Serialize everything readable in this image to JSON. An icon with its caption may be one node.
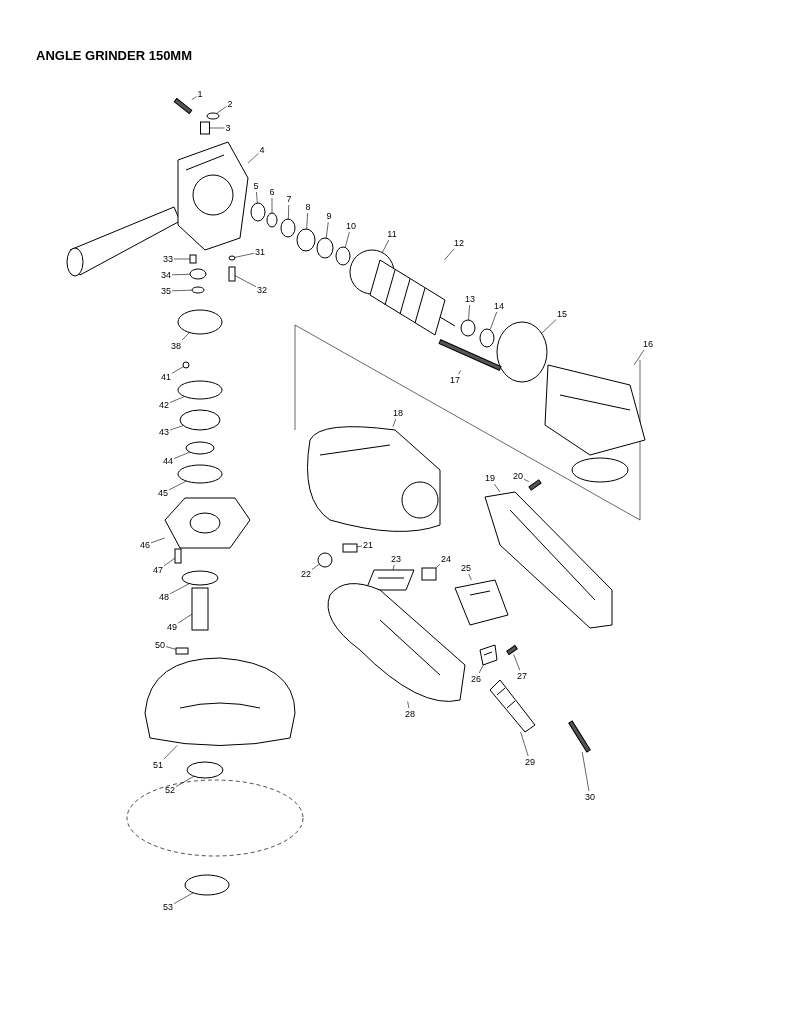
{
  "diagram": {
    "title": "ANGLE GRINDER 150MM",
    "nodes": [
      {
        "text": [
          "1"
        ]
      },
      {
        "text": [
          "2"
        ]
      },
      {
        "text": [
          "3"
        ]
      },
      {
        "text": [
          "4"
        ]
      },
      {
        "text": [
          "5"
        ]
      },
      {
        "text": [
          "6"
        ]
      },
      {
        "text": [
          "7"
        ]
      },
      {
        "text": [
          "8"
        ]
      },
      {
        "text": [
          "9"
        ]
      },
      {
        "text": [
          "10"
        ]
      },
      {
        "text": [
          "11"
        ]
      },
      {
        "text": [
          "12"
        ]
      },
      {
        "text": [
          "13"
        ]
      },
      {
        "text": [
          "14"
        ]
      },
      {
        "text": [
          "15"
        ]
      },
      {
        "text": [
          "16"
        ]
      },
      {
        "text": [
          "17"
        ]
      },
      {
        "text": [
          "18"
        ]
      },
      {
        "text": [
          "19"
        ]
      },
      {
        "text": [
          "20"
        ]
      },
      {
        "text": [
          "21"
        ]
      },
      {
        "text": [
          "22"
        ]
      },
      {
        "text": [
          "23"
        ]
      },
      {
        "text": [
          "24"
        ]
      },
      {
        "text": [
          "25"
        ]
      },
      {
        "text": [
          "26"
        ]
      },
      {
        "text": [
          "27"
        ]
      },
      {
        "text": [
          "28"
        ]
      },
      {
        "text": [
          "29"
        ]
      },
      {
        "text": [
          "30"
        ]
      },
      {
        "text": [
          "31"
        ]
      },
      {
        "text": [
          "32"
        ]
      },
      {
        "text": [
          "33"
        ]
      },
      {
        "text": [
          "34"
        ]
      },
      {
        "text": [
          "35"
        ]
      },
      {
        "text": [
          "38"
        ]
      },
      {
        "text": [
          "41"
        ]
      },
      {
        "text": [
          "42"
        ]
      },
      {
        "text": [
          "43"
        ]
      },
      {
        "text": [
          "44"
        ]
      },
      {
        "text": [
          "45"
        ]
      },
      {
        "text": [
          "46"
        ]
      },
      {
        "text": [
          "47"
        ]
      },
      {
        "text": [
          "48"
        ]
      },
      {
        "text": [
          "49"
        ]
      },
      {
        "text": [
          "50"
        ]
      },
      {
        "text": [
          "51"
        ]
      },
      {
        "text": [
          "52"
        ]
      },
      {
        "text": [
          "53"
        ]
      },
      {
        "text": [],
        "shape": "bar"
      },
      {
        "text": [],
        "shape": "circle"
      },
      {
        "text": [],
        "shape": "box"
      },
      {
        "text": [],
        "shape": "picture"
      },
      {
        "text": [],
        "shape": "circle"
      },
      {
        "text": [],
        "shape": "circle"
      },
      {
        "text": [],
        "shape": "circle"
      },
      {
        "text": [],
        "shape": "circle"
      },
      {
        "text": [],
        "shape": "circle"
      },
      {
        "text": [],
        "shape": "circle"
      },
      {
        "text": [],
        "shape": "circle"
      },
      {
        "text": [],
        "shape": "picture"
      },
      {
        "text": [],
        "shape": "circle"
      },
      {
        "text": [],
        "shape": "circle"
      },
      {
        "text": [],
        "shape": "circle"
      },
      {
        "text": [],
        "shape": "picture"
      },
      {
        "text": [],
        "shape": "bar"
      },
      {
        "text": [],
        "shape": "picture"
      },
      {
        "text": [],
        "shape": "picture"
      },
      {
        "text": [],
        "shape": "bar"
      },
      {
        "text": [],
        "shape": "box"
      },
      {
        "text": [],
        "shape": "circle"
      },
      {
        "text": [],
        "shape": "picture"
      },
      {
        "text": [],
        "shape": "box"
      },
      {
        "text": [],
        "shape": "picture"
      },
      {
        "text": [],
        "shape": "picture"
      },
      {
        "text": [],
        "shape": "bar"
      },
      {
        "text": [],
        "shape": "picture"
      },
      {
        "text": [],
        "shape": "picture"
      },
      {
        "text": [],
        "shape": "bar"
      },
      {
        "text": [],
        "shape": "circle"
      },
      {
        "text": [],
        "shape": "box"
      },
      {
        "text": [],
        "shape": "box"
      },
      {
        "text": [],
        "shape": "circle"
      },
      {
        "text": [],
        "shape": "circle"
      },
      {
        "text": [],
        "shape": "circle"
      },
      {
        "text": [],
        "shape": "circle"
      },
      {
        "text": [],
        "shape": "circle"
      },
      {
        "text": [],
        "shape": "circle"
      },
      {
        "text": [],
        "shape": "circle"
      },
      {
        "text": [],
        "shape": "circle"
      },
      {
        "text": [],
        "shape": "picture"
      },
      {
        "text": [],
        "shape": "box"
      },
      {
        "text": [],
        "shape": "circle"
      },
      {
        "text": [],
        "shape": "box"
      },
      {
        "text": [],
        "shape": "box"
      },
      {
        "text": [],
        "shape": "picture"
      },
      {
        "text": [],
        "shape": "circle"
      },
      {
        "text": [],
        "shape": "circle"
      }
    ],
    "edges": [
      {
        "from": 0,
        "to": 49,
        "arrow": "none"
      },
      {
        "from": 1,
        "to": 50,
        "arrow": "none"
      },
      {
        "from": 2,
        "to": 51,
        "arrow": "none"
      },
      {
        "from": 3,
        "to": 52,
        "arrow": "none"
      },
      {
        "from": 4,
        "to": 53,
        "arrow": "none"
      },
      {
        "from": 5,
        "to": 54,
        "arrow": "none"
      },
      {
        "from": 6,
        "to": 55,
        "arrow": "none"
      },
      {
        "from": 7,
        "to": 56,
        "arrow": "none"
      },
      {
        "from": 8,
        "to": 57,
        "arrow": "none"
      },
      {
        "from": 9,
        "to": 58,
        "arrow": "none"
      },
      {
        "from": 10,
        "to": 59,
        "arrow": "none"
      },
      {
        "from": 11,
        "to": 60,
        "arrow": "none"
      },
      {
        "from": 12,
        "to": 61,
        "arrow": "none"
      },
      {
        "from": 13,
        "to": 62,
        "arrow": "none"
      },
      {
        "from": 14,
        "to": 63,
        "arrow": "none"
      },
      {
        "from": 15,
        "to": 64,
        "arrow": "none"
      },
      {
        "from": 16,
        "to": 65,
        "arrow": "none"
      },
      {
        "from": 17,
        "to": 66,
        "arrow": "none"
      },
      {
        "from": 18,
        "to": 67,
        "arrow": "none"
      },
      {
        "from": 19,
        "to": 68,
        "arrow": "none"
      },
      {
        "from": 20,
        "to": 69,
        "arrow": "none"
      },
      {
        "from": 21,
        "to": 70,
        "arrow": "none"
      },
      {
        "from": 22,
        "to": 71,
        "arrow": "none"
      },
      {
        "from": 23,
        "to": 72,
        "arrow": "none"
      },
      {
        "from": 24,
        "to": 73,
        "arrow": "none"
      },
      {
        "from": 25,
        "to": 74,
        "arrow": "none"
      },
      {
        "from": 26,
        "to": 75,
        "arrow": "none"
      },
      {
        "from": 27,
        "to": 76,
        "arrow": "none"
      },
      {
        "from": 28,
        "to": 77,
        "arrow": "none"
      },
      {
        "from": 29,
        "to": 78,
        "arrow": "none"
      },
      {
        "from": 30,
        "to": 79,
        "arrow": "none"
      },
      {
        "from": 31,
        "to": 80,
        "arrow": "none"
      },
      {
        "from": 32,
        "to": 81,
        "arrow": "none"
      },
      {
        "from": 33,
        "to": 82,
        "arrow": "none"
      },
      {
        "from": 34,
        "to": 83,
        "arrow": "none"
      },
      {
        "from": 35,
        "to": 84,
        "arrow": "none"
      },
      {
        "from": 36,
        "to": 85,
        "arrow": "none"
      },
      {
        "from": 37,
        "to": 86,
        "arrow": "none"
      },
      {
        "from": 38,
        "to": 87,
        "arrow": "none"
      },
      {
        "from": 39,
        "to": 88,
        "arrow": "none"
      },
      {
        "from": 40,
        "to": 89,
        "arrow": "none"
      },
      {
        "from": 41,
        "to": 90,
        "arrow": "none"
      },
      {
        "from": 42,
        "to": 91,
        "arrow": "none"
      },
      {
        "from": 43,
        "to": 92,
        "arrow": "none"
      },
      {
        "from": 44,
        "to": 93,
        "arrow": "none"
      },
      {
        "from": 45,
        "to": 94,
        "arrow": "none"
      },
      {
        "from": 46,
        "to": 95,
        "arrow": "none"
      },
      {
        "from": 47,
        "to": 96,
        "arrow": "none"
      },
      {
        "from": 48,
        "to": 97,
        "arrow": "none"
      }
    ]
  }
}
